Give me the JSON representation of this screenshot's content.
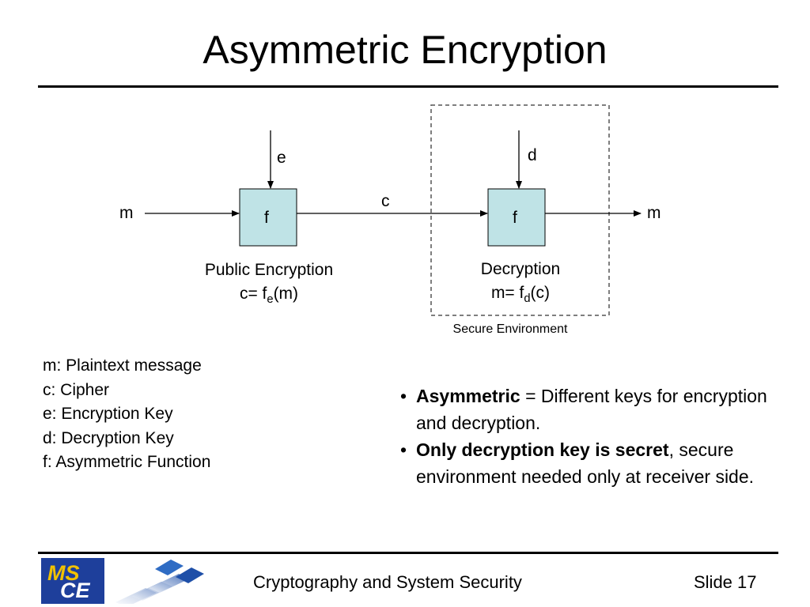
{
  "slide": {
    "title": "Asymmetric Encryption",
    "footer": "Cryptography and System Security",
    "slide_number": "Slide 17",
    "logo": "MSCE"
  },
  "diagram": {
    "input_label": "m",
    "output_label": "m",
    "cipher_label": "c",
    "enc_key_label": "e",
    "dec_key_label": "d",
    "enc_box_label": "f",
    "dec_box_label": "f",
    "enc_caption": "Public Encryption",
    "enc_formula": {
      "lhs": "c= f",
      "sub": "e",
      "rhs": "(m)"
    },
    "dec_caption": "Decryption",
    "dec_formula": {
      "lhs": "m= f",
      "sub": "d",
      "rhs": "(c)"
    },
    "secure_label": "Secure Environment"
  },
  "legend": [
    "m: Plaintext message",
    "c: Cipher",
    "e: Encryption Key",
    "d: Decryption Key",
    "f: Asymmetric Function"
  ],
  "bullets": [
    {
      "bold": "Asymmetric",
      "text": " = Different keys for encryption and decryption."
    },
    {
      "bold": "Only decryption key is secret",
      "text": ", secure environment needed only at receiver side."
    }
  ],
  "colors": {
    "box_fill": "#bfe3e6",
    "logo_blue": "#1e3f9b",
    "logo_yellow": "#f2c200"
  }
}
